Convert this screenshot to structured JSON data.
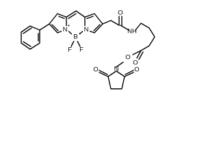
{
  "molecule": {
    "atoms": {
      "n_left": "N",
      "n_left_charge": "+",
      "boron": "B",
      "boron_charge": "−",
      "n_right": "N",
      "f_left": "F",
      "f_right": "F",
      "amide_oxygen": "O",
      "amide_nh": "NH",
      "ester_carbonyl_oxygen": "O",
      "ester_oxygen": "O",
      "succinimide_n": "N",
      "succinimide_o_left": "O",
      "succinimide_o_right": "O"
    }
  }
}
